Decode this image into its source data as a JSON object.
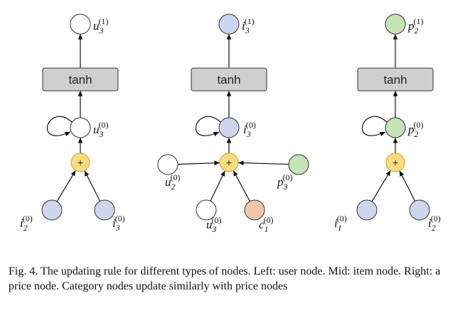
{
  "panels": [
    {
      "name": "user-node-update",
      "output": {
        "base": "u",
        "sub": "3",
        "sup": "(1)",
        "color": "#ffffff"
      },
      "box_label": "tanh",
      "center": {
        "base": "u",
        "sub": "3",
        "sup": "(0)",
        "color": "#ffffff"
      },
      "aggregator": "+",
      "inputs": [
        {
          "base": "i",
          "sub": "2",
          "sup": "(0)",
          "color": "#cdd6ee"
        },
        {
          "base": "i",
          "sub": "3",
          "sup": "(0)",
          "color": "#cdd6ee"
        }
      ]
    },
    {
      "name": "item-node-update",
      "output": {
        "base": "i",
        "sub": "3",
        "sup": "(1)",
        "color": "#cdd6ee"
      },
      "box_label": "tanh",
      "center": {
        "base": "i",
        "sub": "3",
        "sup": "(0)",
        "color": "#cdd6ee"
      },
      "aggregator": "+",
      "inputs": [
        {
          "base": "u",
          "sub": "2",
          "sup": "(0)",
          "color": "#ffffff"
        },
        {
          "base": "p",
          "sub": "3",
          "sup": "(0)",
          "color": "#c6e3b5"
        },
        {
          "base": "u",
          "sub": "3",
          "sup": "(0)",
          "color": "#ffffff"
        },
        {
          "base": "c",
          "sub": "1",
          "sup": "(0)",
          "color": "#f2c4a8"
        }
      ]
    },
    {
      "name": "price-node-update",
      "output": {
        "base": "p",
        "sub": "2",
        "sup": "(1)",
        "color": "#c6e3b5"
      },
      "box_label": "tanh",
      "center": {
        "base": "p",
        "sub": "2",
        "sup": "(0)",
        "color": "#c6e3b5"
      },
      "aggregator": "+",
      "inputs": [
        {
          "base": "i",
          "sub": "1",
          "sup": "(0)",
          "color": "#cdd6ee"
        },
        {
          "base": "i",
          "sub": "2",
          "sup": "(0)",
          "color": "#cdd6ee"
        }
      ]
    }
  ],
  "colors": {
    "box_fill": "#cfcfcf",
    "plus_fill": "#f8dd7e",
    "plus_stroke": "#c9a227",
    "line": "#111111"
  },
  "caption": "Fig. 4.  The updating rule for different types of nodes. Left: user node. Mid: item node. Right: a price node. Category nodes update similarly with price nodes"
}
